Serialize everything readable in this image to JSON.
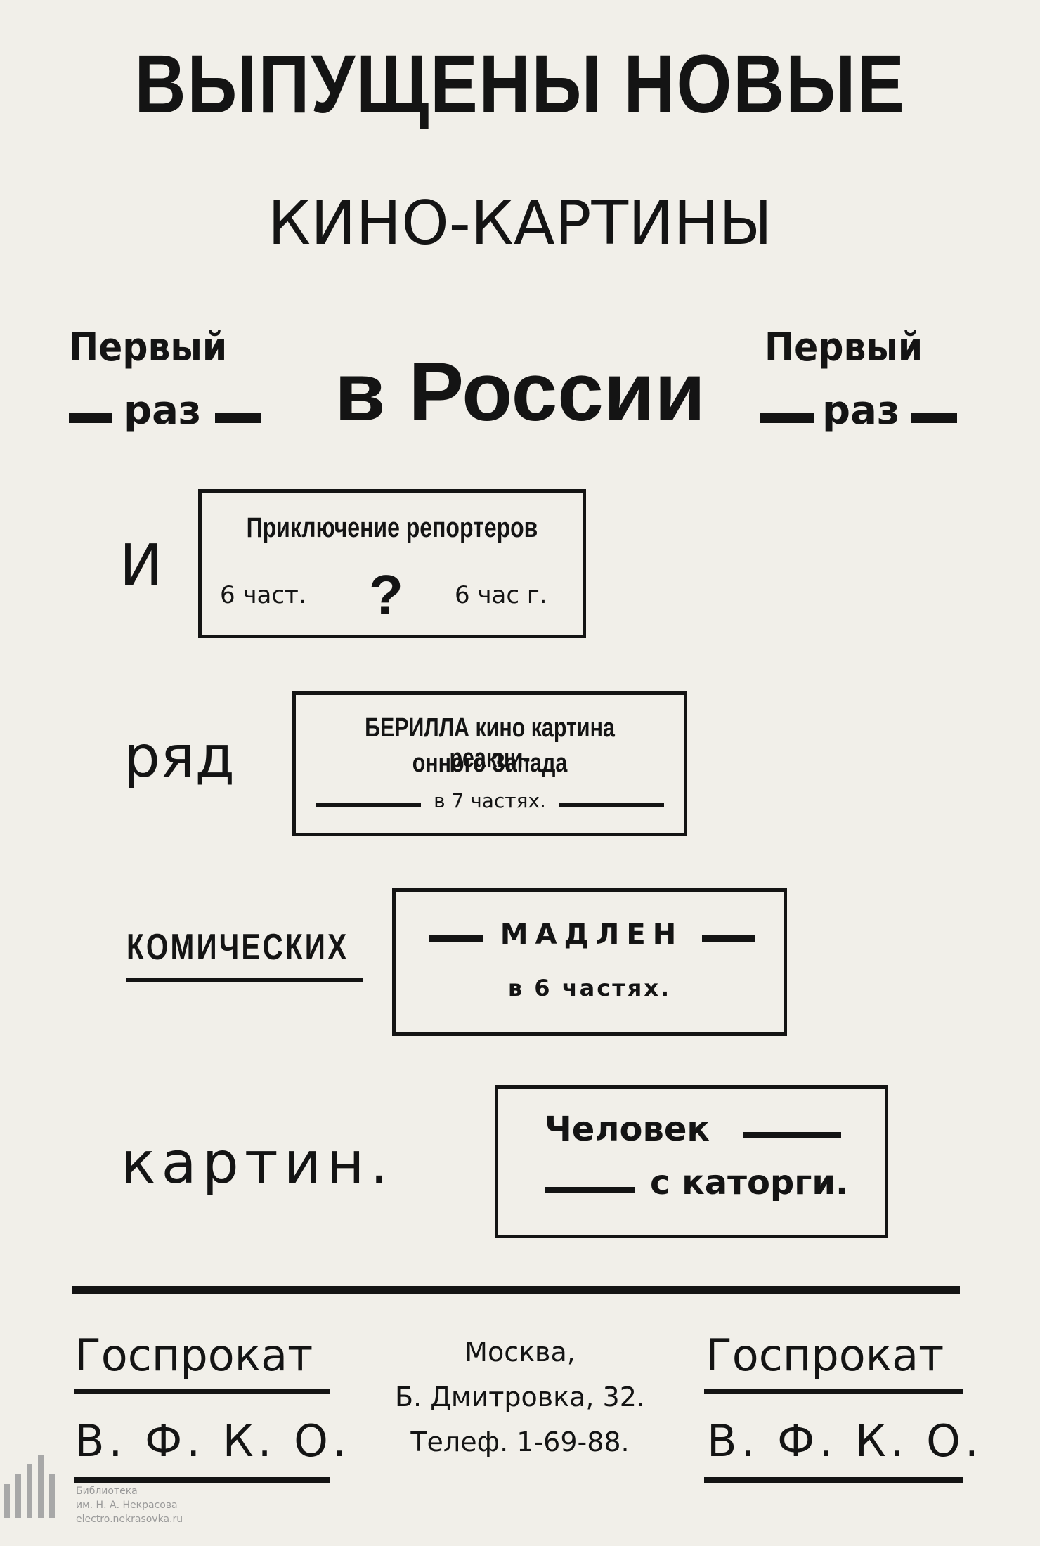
{
  "headline": "ВЫПУЩЕНЫ НОВЫЕ",
  "subheadline": "КИНО-КАРТИНЫ",
  "center_title": "в России",
  "left_flag": {
    "line1": "Первый",
    "line2": "раз"
  },
  "right_flag": {
    "line1": "Первый",
    "line2": "раз"
  },
  "rows": [
    {
      "side_word": "И",
      "box_title": "Приключение репортеров",
      "box_left": "6 част.",
      "box_mark": "?",
      "box_right": "6 час г."
    },
    {
      "side_word": "ряд",
      "box_line1": "БЕРИЛЛА кино картина реакци-",
      "box_line2": "онного Запада",
      "box_line3": "в 7 частях."
    },
    {
      "side_word": "КОМИЧЕСКИХ",
      "box_line1": "МАДЛЕН",
      "box_line2": "в 6 частях."
    },
    {
      "side_word": "картин.",
      "box_line1": "Человек",
      "box_line2": "с каторги."
    }
  ],
  "footer": {
    "left_org": "Госпрокат",
    "left_abbr": "В. Ф. К. О.",
    "right_org": "Госпрокат",
    "right_abbr": "В. Ф. К. О.",
    "address_line1": "Москва,",
    "address_line2": "Б. Дмитровка, 32.",
    "address_line3": "Телеф. 1-69-88."
  },
  "watermark": {
    "line1": "Библиотека",
    "line2": "им. Н. А. Некрасова",
    "line3": "electro.nekrasovka.ru"
  }
}
